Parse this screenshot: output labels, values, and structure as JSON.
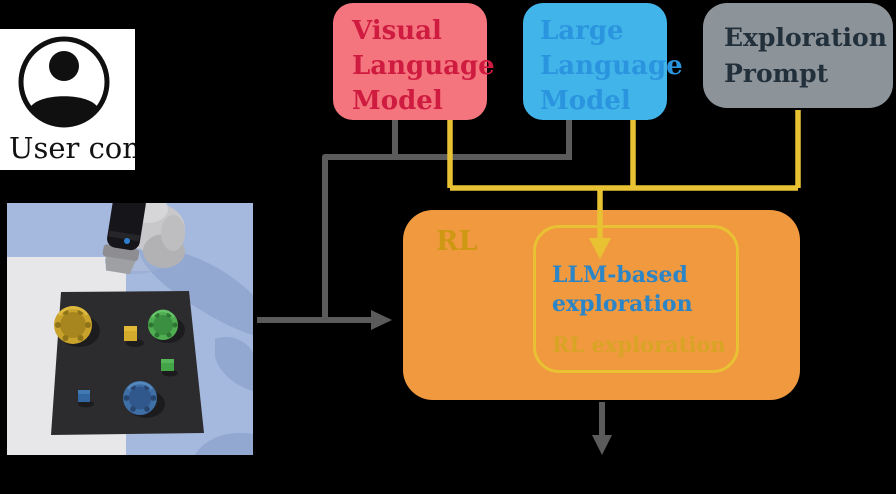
{
  "figure": {
    "background": "#000000"
  },
  "user": {
    "label": "User com",
    "icon": "person-icon"
  },
  "models": {
    "vlm": {
      "lines": [
        "Visual",
        "Language",
        "Model"
      ],
      "bg": "#F4757E",
      "fg": "#CF1B40"
    },
    "llm": {
      "lines": [
        "Large",
        "Language",
        "Model"
      ],
      "bg": "#41B4EA",
      "fg": "#2B94DE"
    },
    "prompt": {
      "lines": [
        "Exploration",
        "Prompt"
      ],
      "bg": "#8C9399",
      "fg": "#22303C"
    }
  },
  "rl": {
    "label": "RL",
    "llm_exploration": "LLM-based exploration",
    "rl_exploration": "RL exploration",
    "bg": "#F0993F",
    "label_color": "#CE9814",
    "inner_border_color": "#E9C233",
    "llm_exploration_color": "#2C85C6",
    "rl_exploration_color": "#D9A426"
  },
  "connectors": {
    "gray_line_color": "#5B5B5B",
    "yellow_line_color": "#E9C233"
  },
  "scene": {
    "name": "robot-arm-tabletop-simulation",
    "elements": [
      "robot-arm",
      "black-table",
      "yellow-bowl",
      "green-bowl",
      "blue-bowl",
      "yellow-cube",
      "green-cube",
      "blue-cube",
      "checkered-floor"
    ]
  }
}
